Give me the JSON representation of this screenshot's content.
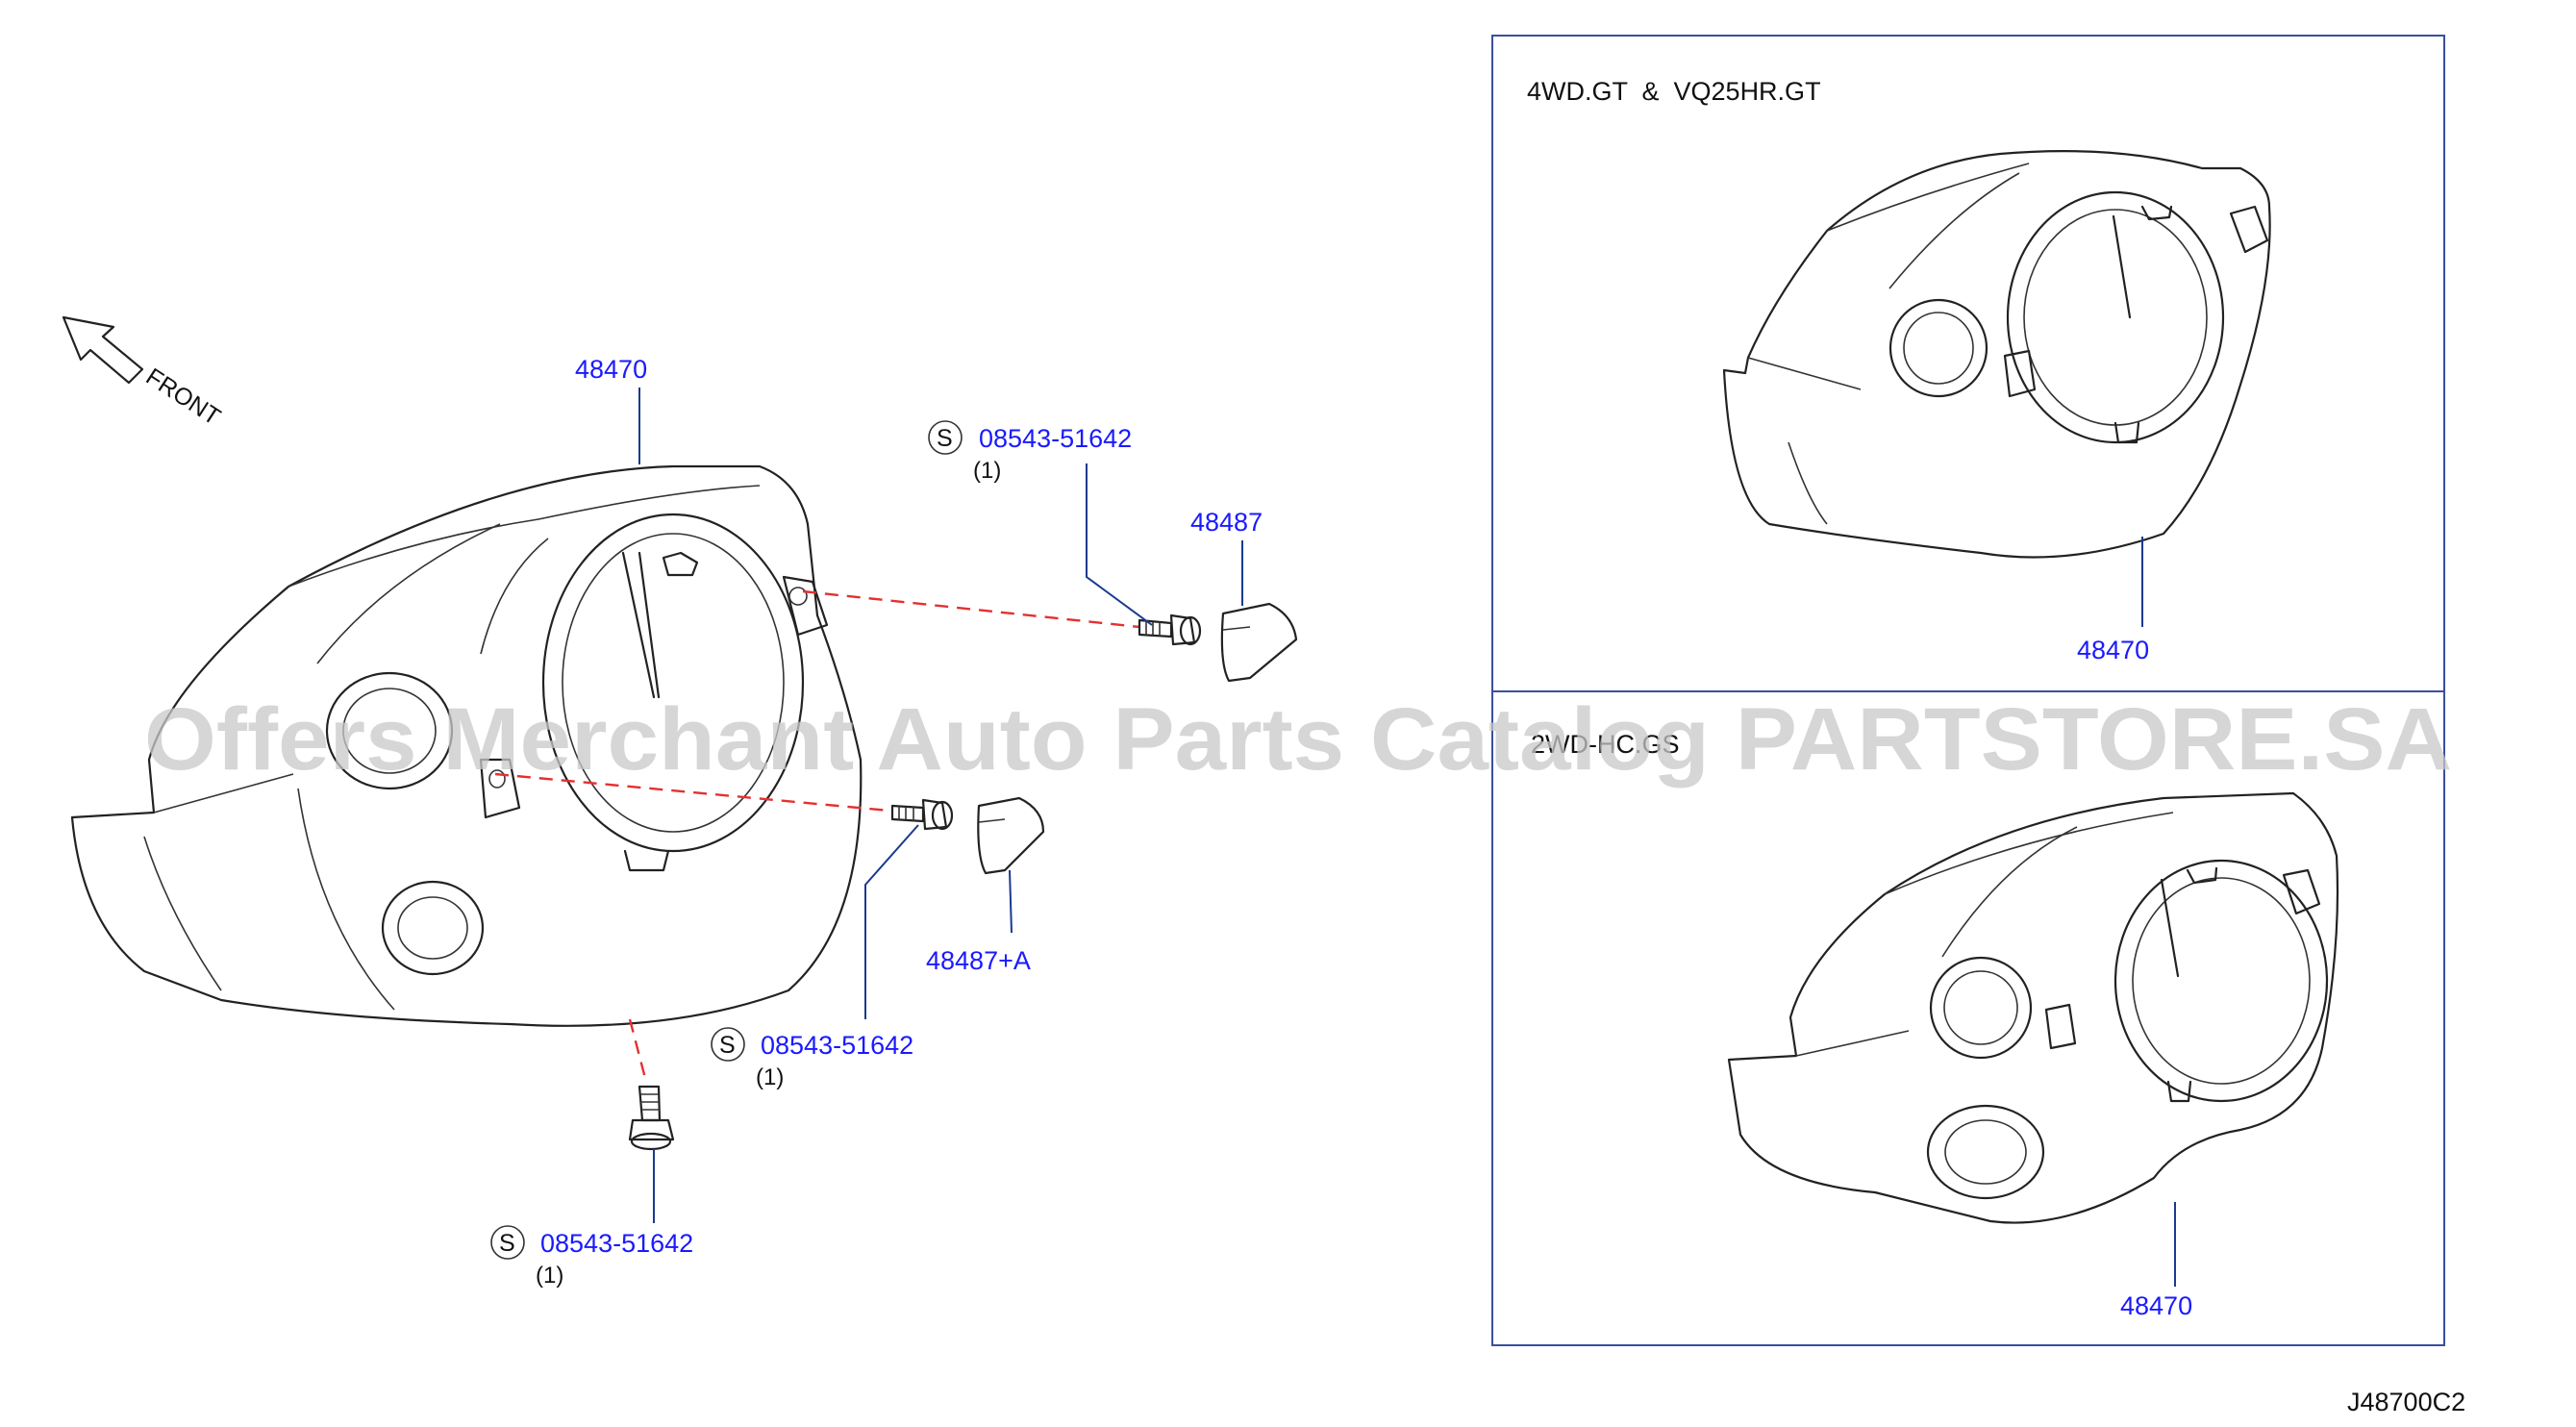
{
  "orientation": {
    "label": "FRONT"
  },
  "main_view": {
    "cover_part": "48470",
    "clip_part": "48487",
    "clip_part_alt": "48487+A",
    "screws": [
      {
        "symbol": "S",
        "part": "08543-51642",
        "qty": "(1)"
      },
      {
        "symbol": "S",
        "part": "08543-51642",
        "qty": "(1)"
      },
      {
        "symbol": "S",
        "part": "08543-51642",
        "qty": "(1)"
      }
    ]
  },
  "variant_top": {
    "title": "4WD.GT  &  VQ25HR.GT",
    "part": "48470"
  },
  "variant_bottom": {
    "title": "2WD-HC.GS",
    "part": "48470"
  },
  "watermark": "Offers Merchant Auto Parts Catalog PARTSTORE.SA",
  "drawing_code": "J48700C2",
  "colors": {
    "part_number": "#1a1aff",
    "leader": "#1a3a8f",
    "dashed_line": "#e53030",
    "frame": "#3a4f9c"
  }
}
